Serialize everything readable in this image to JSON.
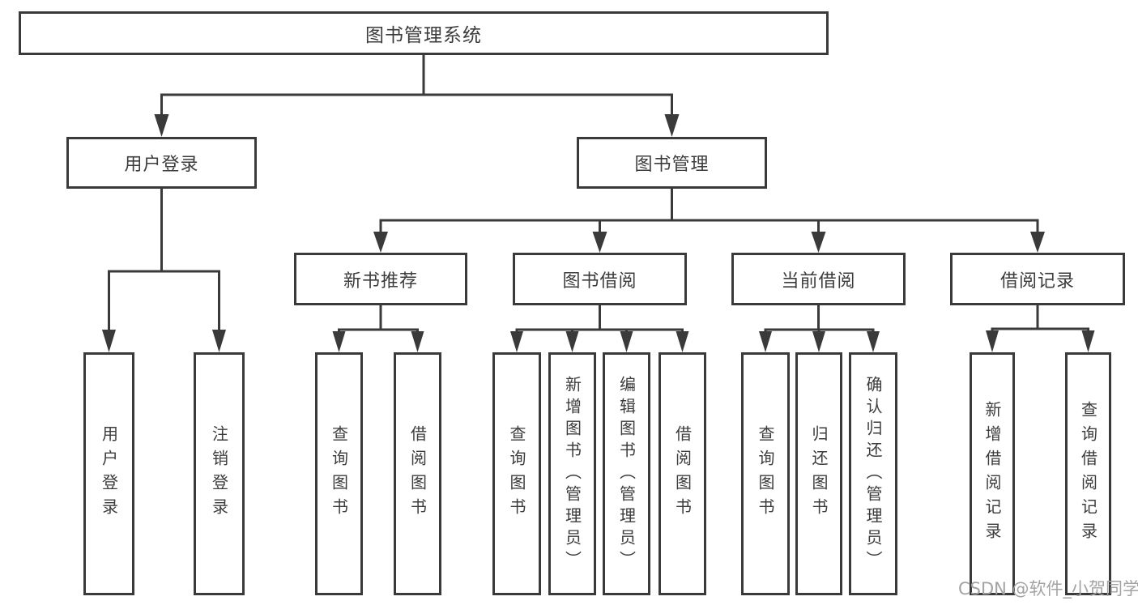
{
  "diagram": {
    "root": {
      "label": "图书管理系统"
    },
    "branches": [
      {
        "label": "用户登录",
        "children": [
          {
            "label": "用户登录"
          },
          {
            "label": "注销登录"
          }
        ]
      },
      {
        "label": "图书管理",
        "children": [
          {
            "label": "新书推荐",
            "children": [
              {
                "label": "查询图书"
              },
              {
                "label": "借阅图书"
              }
            ]
          },
          {
            "label": "图书借阅",
            "children": [
              {
                "label": "查询图书"
              },
              {
                "label": "新增图书（管理员）"
              },
              {
                "label": "编辑图书（管理员）"
              },
              {
                "label": "借阅图书"
              }
            ]
          },
          {
            "label": "当前借阅",
            "children": [
              {
                "label": "查询图书"
              },
              {
                "label": "归还图书"
              },
              {
                "label": "确认归还（管理员）"
              }
            ]
          },
          {
            "label": "借阅记录",
            "children": [
              {
                "label": "新增借阅记录"
              },
              {
                "label": "查询借阅记录"
              }
            ]
          }
        ]
      }
    ]
  },
  "watermark": {
    "text": "CSDN @软件_小贺同学"
  },
  "colors": {
    "line": "#3a3a3a",
    "text": "#3c3c3c",
    "background": "#ffffff",
    "watermark": "#a3a3a3"
  }
}
